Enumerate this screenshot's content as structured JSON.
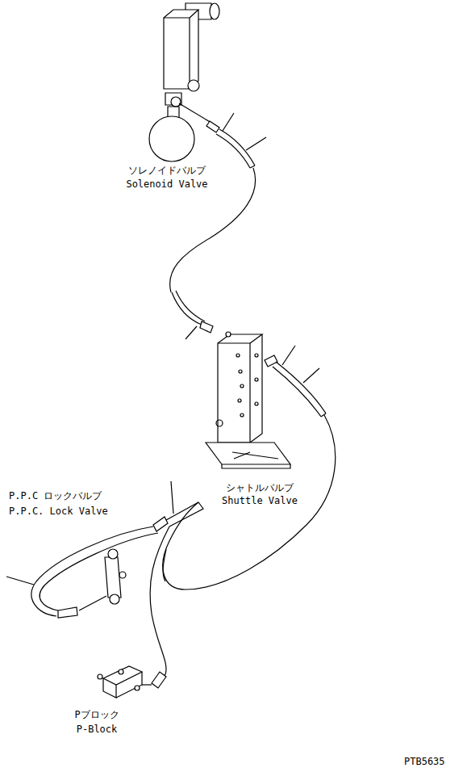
{
  "diagram": {
    "labels": [
      "ソレノイドバルブ",
      "Solenoid Valve",
      "シャトルバルブ",
      "Shuttle Valve",
      "P.P.C ロックバルブ",
      "P.P.C. Lock Valve",
      "Pブロック",
      "P-Block",
      "PTB5635"
    ]
  }
}
